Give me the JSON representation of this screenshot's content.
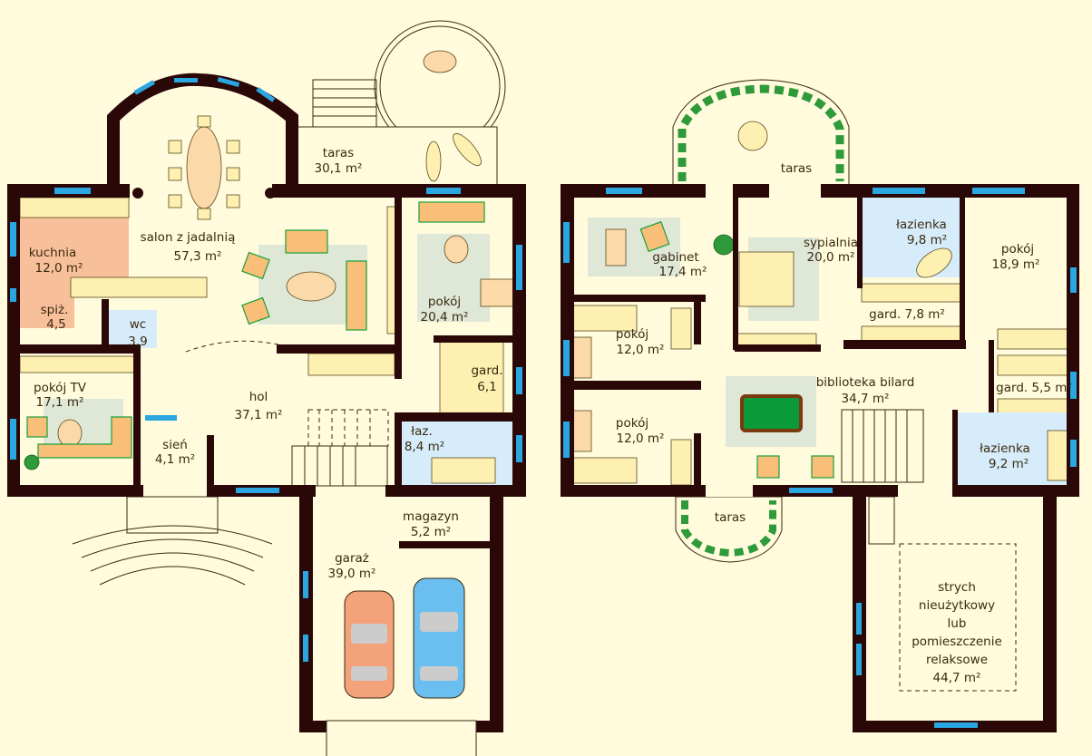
{
  "ground_floor": {
    "rooms": [
      {
        "name": "taras",
        "area": "30,1 m²"
      },
      {
        "name": "salon z jadalnią",
        "area": "57,3 m²"
      },
      {
        "name": "kuchnia",
        "area": "12,0 m²"
      },
      {
        "name": "spiż.",
        "area": "4,5"
      },
      {
        "name": "wc",
        "area": "3,9"
      },
      {
        "name": "pokój",
        "area": "20,4 m²"
      },
      {
        "name": "pokój TV",
        "area": "17,1 m²"
      },
      {
        "name": "hol",
        "area": "37,1 m²"
      },
      {
        "name": "gard.",
        "area": "6,1"
      },
      {
        "name": "łaz.",
        "area": "8,4 m²"
      },
      {
        "name": "sień",
        "area": "4,1 m²"
      },
      {
        "name": "magazyn",
        "area": "5,2 m²"
      },
      {
        "name": "garaż",
        "area": "39,0 m²"
      }
    ]
  },
  "first_floor": {
    "rooms": [
      {
        "name": "taras",
        "area": ""
      },
      {
        "name": "gabinet",
        "area": "17,4 m²"
      },
      {
        "name": "sypialnia",
        "area": "20,0 m²"
      },
      {
        "name": "łazienka",
        "area": "9,8 m²"
      },
      {
        "name": "pokój",
        "area": "18,9 m²"
      },
      {
        "name": "gard. 7,8 m²",
        "area": ""
      },
      {
        "name": "pokój",
        "area": "12,0 m²"
      },
      {
        "name": "biblioteka bilard",
        "area": "34,7 m²"
      },
      {
        "name": "gard. 5,5 m²",
        "area": ""
      },
      {
        "name": "pokój",
        "area": "12,0 m²"
      },
      {
        "name": "łazienka",
        "area": "9,2 m²"
      },
      {
        "name": "taras",
        "area": ""
      }
    ],
    "attic": {
      "lines": [
        "strych",
        "nieużytkowy",
        "lub",
        "pomieszczenie",
        "relaksowe",
        "44,7 m²"
      ]
    }
  },
  "colors": {
    "wall": "#2a0808",
    "background": "#fffbdc",
    "window": "#2aa7e0",
    "kitchen": "#f8c09a",
    "bathroom": "#d6ecfa"
  }
}
